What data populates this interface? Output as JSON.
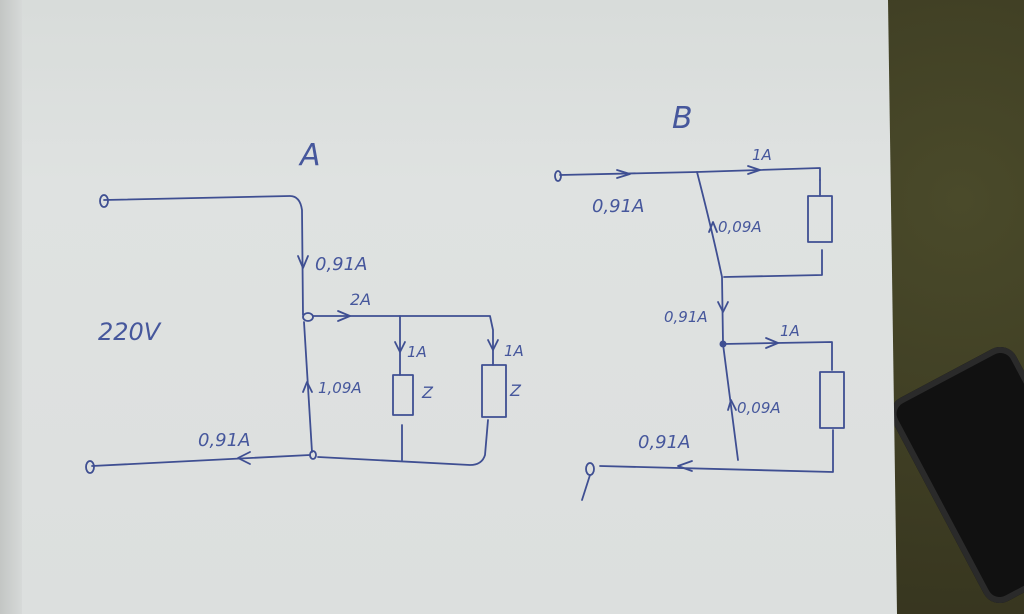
{
  "diagrams": [
    {
      "title": "A",
      "source_voltage": "220V",
      "labels": {
        "input_current": "0,91A",
        "branch_current": "2A",
        "load1_current": "1A",
        "load2_current": "1A",
        "return_current": "1,09A",
        "output_current": "0,91A",
        "load1_name": "Z",
        "load2_name": "Z"
      }
    },
    {
      "title": "B",
      "labels": {
        "input_current": "0,91A",
        "top_load_current": "1A",
        "top_return_current": "0,09A",
        "middle_current": "0,91A",
        "bottom_load_current": "1A",
        "bottom_return_current": "0,09A",
        "output_current": "0,91A"
      }
    }
  ],
  "colors": {
    "ink": "#3f4f92",
    "paper": "#dcdfde"
  }
}
